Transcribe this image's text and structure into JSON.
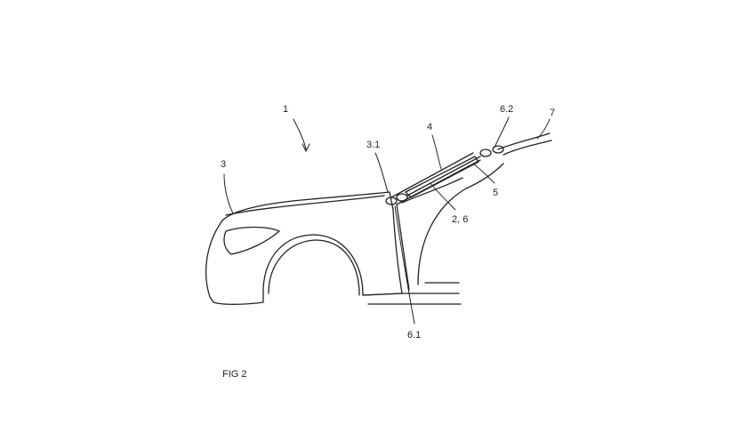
{
  "figure": {
    "caption": "FIG 2",
    "reference_numerals": {
      "assembly": "1",
      "hood": "3",
      "hood_pivot": "3.1",
      "pillar": "4",
      "airbag_module": "5",
      "tether": "2, 6",
      "front_anchor": "6.1",
      "rear_anchor": "6.2",
      "roof": "7"
    },
    "line_color": "#222222"
  }
}
